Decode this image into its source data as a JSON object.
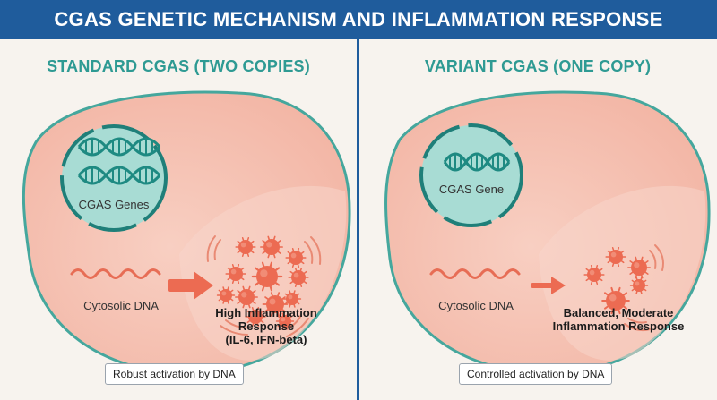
{
  "header": {
    "title": "CGAS GENETIC MECHANISM AND INFLAMMATION RESPONSE"
  },
  "left_panel": {
    "title": "STANDARD CGAS (TWO COPIES)",
    "gene_label": "CGAS Genes",
    "dna_label": "Cytosolic DNA",
    "response_lines": [
      "High Inflammation",
      "Response",
      "(IL-6, IFN-beta)"
    ],
    "caption": "Robust activation by DNA"
  },
  "right_panel": {
    "title": "VARIANT CGAS (ONE COPY)",
    "gene_label": "CGAS Gene",
    "dna_label": "Cytosolic DNA",
    "response_lines": [
      "Balanced, Moderate",
      "Inflammation Response"
    ],
    "caption": "Controlled activation by DNA"
  },
  "colors": {
    "banner": "#1f5c9c",
    "title_teal": "#2e9a93",
    "cell_fill": "#f6c5b6",
    "cell_border": "#45a79d",
    "nucleus_fill": "#a8dcd4",
    "cytokine": "#ec6b52",
    "arrow": "#ec6b52"
  },
  "icons": [
    "dna-helix-icon",
    "cytokine-icon",
    "arrow-icon",
    "wave-icon"
  ]
}
